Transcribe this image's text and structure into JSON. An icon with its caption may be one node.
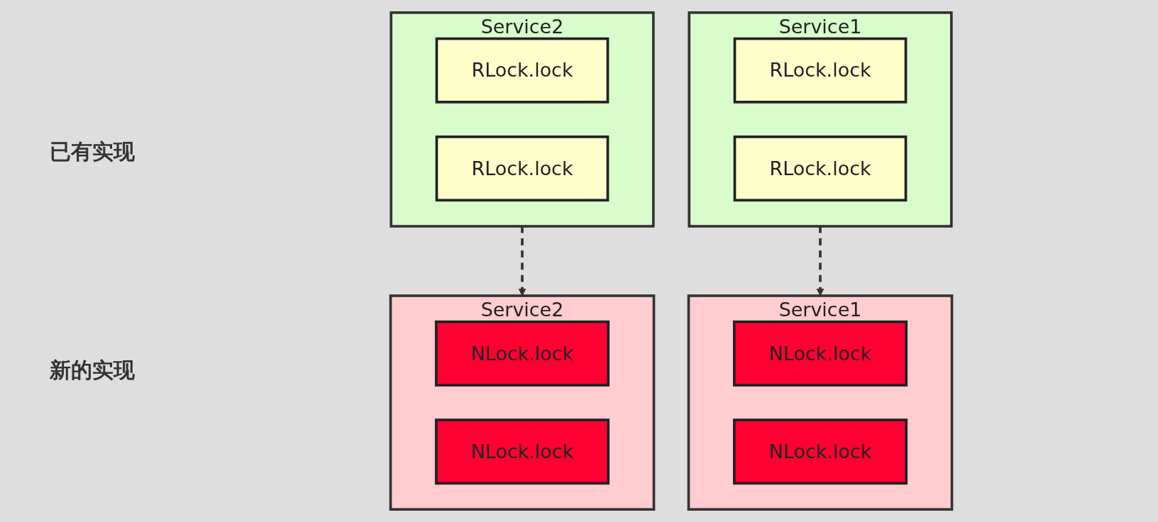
{
  "diagram": {
    "nodes": [
      {
        "text": [
          "Service1"
        ]
      },
      {
        "text": [
          "RLock.lock"
        ],
        "in": 0
      },
      {
        "text": [
          "RLock.lock"
        ],
        "in": 0
      },
      {
        "text": [
          "Service2"
        ]
      },
      {
        "text": [
          "RLock.lock"
        ],
        "in": 3
      },
      {
        "text": [
          "RLock.lock"
        ],
        "in": 3
      },
      {
        "text": [
          "Service1"
        ]
      },
      {
        "text": [
          "NLock.lock"
        ],
        "in": 6
      },
      {
        "text": [
          "NLock.lock"
        ],
        "in": 6
      },
      {
        "text": [
          "Service2"
        ]
      },
      {
        "text": [
          "NLock.lock"
        ],
        "in": 9
      },
      {
        "text": [
          "NLock.lock"
        ],
        "in": 9
      }
    ],
    "edges": [
      {
        "from": 0,
        "to": 6,
        "arrow": "to",
        "style": "dashed"
      },
      {
        "from": 3,
        "to": 9,
        "arrow": "to",
        "style": "dashed"
      }
    ],
    "labels": [
      "已有实现",
      "新的实现"
    ]
  }
}
